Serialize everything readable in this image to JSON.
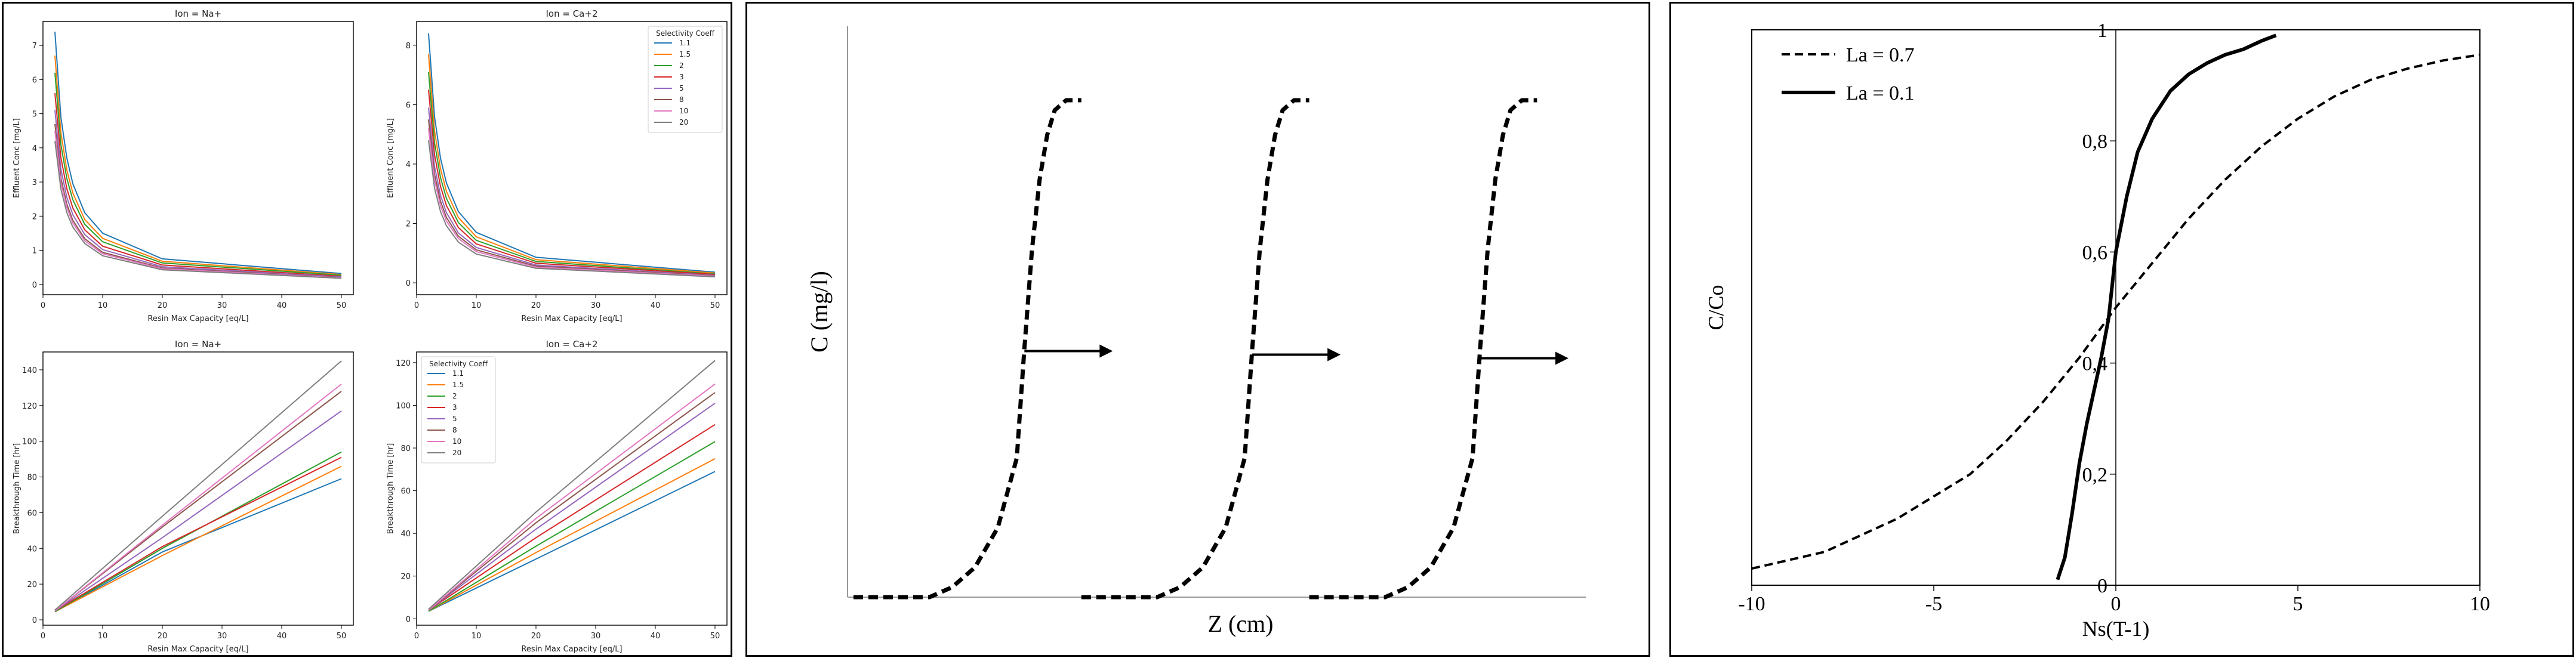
{
  "chart_data": [
    {
      "type": "line",
      "title": "Ion = Na+",
      "xlabel": "Resin Max Capacity [eq/L]",
      "ylabel": "Effluent Conc [mg/L]",
      "xlim": [
        0,
        52
      ],
      "ylim": [
        -0.3,
        7.7
      ],
      "xticks": [
        0,
        10,
        20,
        30,
        40,
        50
      ],
      "yticks": [
        0,
        1,
        2,
        3,
        4,
        5,
        6,
        7
      ],
      "x": [
        2,
        3,
        4,
        5,
        7,
        10,
        20,
        50
      ],
      "series": [
        {
          "name": "1.1",
          "color": "#1f77b4",
          "values": [
            7.4,
            4.9,
            3.7,
            2.95,
            2.1,
            1.5,
            0.75,
            0.32
          ]
        },
        {
          "name": "1.5",
          "color": "#ff7f0e",
          "values": [
            6.7,
            4.45,
            3.35,
            2.68,
            1.9,
            1.35,
            0.68,
            0.29
          ]
        },
        {
          "name": "2",
          "color": "#2ca02c",
          "values": [
            6.2,
            4.1,
            3.1,
            2.48,
            1.76,
            1.25,
            0.63,
            0.27
          ]
        },
        {
          "name": "3",
          "color": "#d62728",
          "values": [
            5.6,
            3.72,
            2.8,
            2.24,
            1.6,
            1.12,
            0.57,
            0.24
          ]
        },
        {
          "name": "5",
          "color": "#9467bd",
          "values": [
            5.1,
            3.38,
            2.55,
            2.04,
            1.46,
            1.02,
            0.52,
            0.22
          ]
        },
        {
          "name": "8",
          "color": "#8c564b",
          "values": [
            4.7,
            3.12,
            2.35,
            1.88,
            1.34,
            0.94,
            0.48,
            0.2
          ]
        },
        {
          "name": "10",
          "color": "#e377c2",
          "values": [
            4.5,
            2.98,
            2.25,
            1.8,
            1.28,
            0.9,
            0.46,
            0.19
          ]
        },
        {
          "name": "20",
          "color": "#7f7f7f",
          "values": [
            4.2,
            2.79,
            2.1,
            1.68,
            1.2,
            0.84,
            0.43,
            0.18
          ]
        }
      ]
    },
    {
      "type": "line",
      "title": "Ion = Ca+2",
      "xlabel": "Resin Max Capacity [eq/L]",
      "ylabel": "Effluent Conc [mg/L]",
      "xlim": [
        0,
        52
      ],
      "ylim": [
        -0.4,
        8.8
      ],
      "xticks": [
        0,
        10,
        20,
        30,
        40,
        50
      ],
      "yticks": [
        0,
        2,
        4,
        6,
        8
      ],
      "legend_title": "Selectivity Coeff",
      "legend_position": "top-right",
      "x": [
        2,
        3,
        4,
        5,
        7,
        10,
        20,
        50
      ],
      "series": [
        {
          "name": "1.1",
          "color": "#1f77b4",
          "values": [
            8.4,
            5.6,
            4.2,
            3.36,
            2.4,
            1.7,
            0.86,
            0.36
          ]
        },
        {
          "name": "1.5",
          "color": "#ff7f0e",
          "values": [
            7.7,
            5.12,
            3.85,
            3.08,
            2.2,
            1.55,
            0.78,
            0.33
          ]
        },
        {
          "name": "2",
          "color": "#2ca02c",
          "values": [
            7.1,
            4.72,
            3.55,
            2.84,
            2.03,
            1.43,
            0.72,
            0.3
          ]
        },
        {
          "name": "3",
          "color": "#d62728",
          "values": [
            6.5,
            4.32,
            3.25,
            2.6,
            1.86,
            1.31,
            0.66,
            0.28
          ]
        },
        {
          "name": "5",
          "color": "#9467bd",
          "values": [
            5.9,
            3.92,
            2.95,
            2.36,
            1.68,
            1.19,
            0.6,
            0.25
          ]
        },
        {
          "name": "8",
          "color": "#8c564b",
          "values": [
            5.5,
            3.66,
            2.75,
            2.2,
            1.57,
            1.11,
            0.56,
            0.23
          ]
        },
        {
          "name": "10",
          "color": "#e377c2",
          "values": [
            5.2,
            3.46,
            2.6,
            2.08,
            1.49,
            1.05,
            0.53,
            0.22
          ]
        },
        {
          "name": "20",
          "color": "#7f7f7f",
          "values": [
            4.8,
            3.19,
            2.4,
            1.92,
            1.37,
            0.97,
            0.49,
            0.2
          ]
        }
      ]
    },
    {
      "type": "line",
      "title": "Ion = Na+",
      "xlabel": "Resin Max Capacity [eq/L]",
      "ylabel": "Breakthrough Time [hr]",
      "xlim": [
        0,
        52
      ],
      "ylim": [
        -3,
        150
      ],
      "xticks": [
        0,
        10,
        20,
        30,
        40,
        50
      ],
      "yticks": [
        0,
        20,
        40,
        60,
        80,
        100,
        120,
        140
      ],
      "x": [
        2,
        20,
        50
      ],
      "series": [
        {
          "name": "1.1",
          "color": "#1f77b4",
          "values": [
            4.5,
            38,
            79
          ]
        },
        {
          "name": "1.5",
          "color": "#ff7f0e",
          "values": [
            4.5,
            36,
            86
          ]
        },
        {
          "name": "2",
          "color": "#2ca02c",
          "values": [
            4.5,
            40,
            94
          ]
        },
        {
          "name": "3",
          "color": "#d62728",
          "values": [
            5,
            41,
            91
          ]
        },
        {
          "name": "5",
          "color": "#9467bd",
          "values": [
            5,
            46,
            117
          ]
        },
        {
          "name": "8",
          "color": "#8c564b",
          "values": [
            5,
            52,
            128
          ]
        },
        {
          "name": "10",
          "color": "#e377c2",
          "values": [
            5,
            53,
            132
          ]
        },
        {
          "name": "20",
          "color": "#7f7f7f",
          "values": [
            5.5,
            58,
            145
          ]
        }
      ]
    },
    {
      "type": "line",
      "title": "Ion = Ca+2",
      "xlabel": "Resin Max Capacity [eq/L]",
      "ylabel": "Breakthrough Time [hr]",
      "xlim": [
        0,
        52
      ],
      "ylim": [
        -3,
        125
      ],
      "xticks": [
        0,
        10,
        20,
        30,
        40,
        50
      ],
      "yticks": [
        0,
        20,
        40,
        60,
        80,
        100,
        120
      ],
      "legend_title": "Selectivity Coeff",
      "legend_position": "top-left",
      "x": [
        2,
        20,
        50
      ],
      "series": [
        {
          "name": "1.1",
          "color": "#1f77b4",
          "values": [
            3.5,
            28,
            69
          ]
        },
        {
          "name": "1.5",
          "color": "#ff7f0e",
          "values": [
            3.5,
            31,
            75
          ]
        },
        {
          "name": "2",
          "color": "#2ca02c",
          "values": [
            3.5,
            34,
            83
          ]
        },
        {
          "name": "3",
          "color": "#d62728",
          "values": [
            4,
            38,
            91
          ]
        },
        {
          "name": "5",
          "color": "#9467bd",
          "values": [
            4,
            42,
            101
          ]
        },
        {
          "name": "8",
          "color": "#8c564b",
          "values": [
            4,
            45,
            106
          ]
        },
        {
          "name": "10",
          "color": "#e377c2",
          "values": [
            4,
            47,
            110
          ]
        },
        {
          "name": "20",
          "color": "#7f7f7f",
          "values": [
            4.5,
            50,
            121
          ]
        }
      ]
    },
    {
      "type": "line",
      "title": "",
      "xlabel": "Z (cm)",
      "ylabel": "C (mg/l)",
      "grid": false,
      "description_series": [
        {
          "name": "",
          "style": "dashed",
          "x": [
            0.0,
            0.1,
            0.13,
            0.16,
            0.19,
            0.215,
            0.225,
            0.235,
            0.245,
            0.255,
            0.265,
            0.28,
            0.3
          ],
          "values": [
            0.0,
            0.0,
            0.02,
            0.06,
            0.14,
            0.28,
            0.5,
            0.7,
            0.84,
            0.93,
            0.98,
            1.0,
            1.0
          ]
        },
        {
          "name": "",
          "style": "dashed",
          "x": [
            0.3,
            0.4,
            0.43,
            0.46,
            0.49,
            0.515,
            0.525,
            0.535,
            0.545,
            0.555,
            0.565,
            0.58,
            0.6
          ],
          "values": [
            0.0,
            0.0,
            0.02,
            0.06,
            0.14,
            0.28,
            0.5,
            0.7,
            0.84,
            0.93,
            0.98,
            1.0,
            1.0
          ]
        },
        {
          "name": "",
          "style": "dashed",
          "x": [
            0.6,
            0.7,
            0.73,
            0.76,
            0.79,
            0.815,
            0.825,
            0.835,
            0.845,
            0.855,
            0.865,
            0.88,
            0.9
          ],
          "values": [
            0.0,
            0.0,
            0.02,
            0.06,
            0.14,
            0.28,
            0.5,
            0.7,
            0.84,
            0.93,
            0.98,
            1.0,
            1.0
          ]
        }
      ],
      "arrow_count": 3
    },
    {
      "type": "line",
      "title": "",
      "xlabel": "Ns(T-1)",
      "ylabel": "C/Co",
      "xlim": [
        -10,
        10
      ],
      "ylim": [
        0,
        1
      ],
      "xticks": [
        "-10",
        "-5",
        "0",
        "5",
        "10"
      ],
      "yticks": [
        "0",
        "0,2",
        "0,4",
        "0,6",
        "0,8",
        "1"
      ],
      "legend_position": "top-left",
      "series": [
        {
          "name": "La = 0.7",
          "style": "dashed",
          "x": [
            -10,
            -8,
            -6,
            -4,
            -3,
            -2,
            -1,
            0,
            1,
            2,
            3,
            4,
            5,
            6,
            7,
            8,
            9,
            10
          ],
          "values": [
            0.03,
            0.06,
            0.12,
            0.2,
            0.26,
            0.33,
            0.41,
            0.5,
            0.58,
            0.66,
            0.73,
            0.79,
            0.84,
            0.88,
            0.91,
            0.93,
            0.945,
            0.955
          ]
        },
        {
          "name": "La = 0.1",
          "style": "solid",
          "x": [
            -1.6,
            -1.4,
            -1.2,
            -1.0,
            -0.8,
            -0.6,
            -0.4,
            -0.2,
            0,
            0.3,
            0.6,
            1.0,
            1.5,
            2.0,
            2.5,
            3.0,
            3.5,
            4.0,
            4.4
          ],
          "values": [
            0.01,
            0.05,
            0.13,
            0.22,
            0.29,
            0.35,
            0.41,
            0.48,
            0.6,
            0.7,
            0.78,
            0.84,
            0.89,
            0.92,
            0.94,
            0.955,
            0.965,
            0.98,
            0.99
          ]
        }
      ]
    }
  ]
}
